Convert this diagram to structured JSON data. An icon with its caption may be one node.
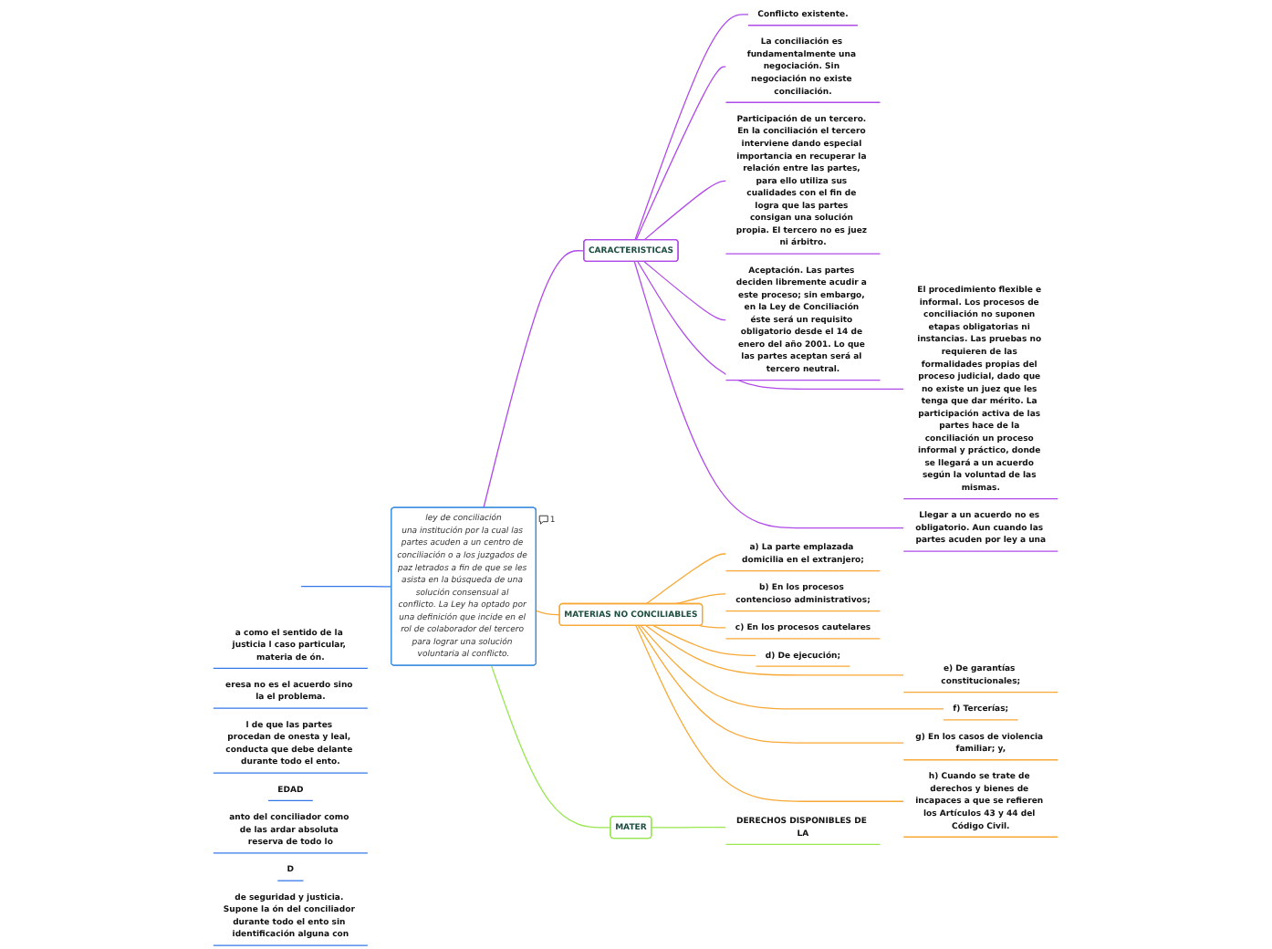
{
  "diagram": {
    "nodes": [
      {
        "text": [
          "ley de conciliación",
          "una institución por la cual las partes acuden a un centro de conciliación o a los juzgados de paz letrados a fin de que se les asista en la búsqueda de una solución consensual al conflicto. La Ley ha optado por una definición que incide en el rol de colaborador del tercero para lograr una solución voluntaria al conflicto."
        ],
        "beside": [
          "1"
        ]
      },
      {
        "text": [
          "a como el sentido de la justicia l caso particular, materia de ón."
        ]
      },
      {
        "text": [
          "eresa no es el acuerdo sino la el problema."
        ]
      },
      {
        "text": [
          "l de que las partes procedan de onesta y leal, conducta que debe delante durante todo el ento."
        ]
      },
      {
        "text": [
          "EDAD"
        ]
      },
      {
        "text": [
          "anto del conciliador como de las ardar absoluta reserva de todo lo"
        ]
      },
      {
        "text": [
          "D"
        ]
      },
      {
        "text": [
          "de seguridad y justicia. Supone la ón del conciliador durante todo el ento sin identificación alguna con"
        ]
      },
      {
        "text": [
          "CARACTERISTICAS"
        ]
      },
      {
        "text": [
          "Conflicto existente."
        ]
      },
      {
        "text": [
          "La conciliación es fundamentalmente una negociación. Sin negociación no existe conciliación."
        ]
      },
      {
        "text": [
          "Participación de un tercero. En la conciliación el tercero interviene dando especial importancia en recuperar la relación entre las partes, para ello utiliza sus cualidades con el fin de logra que las partes consigan una solución propia. El tercero no es juez ni árbitro."
        ]
      },
      {
        "text": [
          "Aceptación. Las partes deciden libremente acudir a este proceso; sin embargo, en la Ley de Conciliación éste será un requisito obligatorio desde el 14 de enero del año 2001. Lo que las partes aceptan será al tercero neutral."
        ]
      },
      {
        "text": [
          "El procedimiento flexible e informal. Los procesos de conciliación no suponen etapas obligatorias ni instancias. Las pruebas no requieren de las formalidades propias del proceso judicial, dado que no existe un juez que les tenga que dar mérito. La participación activa de las partes hace de la conciliación un proceso informal y práctico, donde se llegará a un acuerdo según la voluntad de las mismas."
        ]
      },
      {
        "text": [
          "Llegar a un acuerdo no es obligatorio. Aun cuando las partes acuden por ley a una"
        ]
      },
      {
        "text": [
          "MATERIAS NO CONCILIABLES"
        ]
      },
      {
        "text": [
          "a) La parte emplazada domicilia en el extranjero;"
        ]
      },
      {
        "text": [
          "b) En los procesos contencioso administrativos;"
        ]
      },
      {
        "text": [
          "c) En los procesos cautelares"
        ]
      },
      {
        "text": [
          "d) De ejecución;"
        ]
      },
      {
        "text": [
          "e) De garantías constitucionales;"
        ]
      },
      {
        "text": [
          "f) Tercerías;"
        ]
      },
      {
        "text": [
          "g) En los casos de violencia familiar; y,"
        ]
      },
      {
        "text": [
          "h) Cuando se trate de derechos y bienes de incapaces a que se refieren los Artículos 43 y 44 del Código Civil."
        ]
      },
      {
        "text": [
          "MATER"
        ]
      },
      {
        "text": [
          "DERECHOS DISPONIBLES DE LA"
        ]
      }
    ],
    "edges": [
      {
        "from": 0,
        "to": null,
        "arrow": "none",
        "color": "#3478e8"
      },
      {
        "from": 0,
        "to": 8,
        "arrow": "none",
        "color": "#b04ae8"
      },
      {
        "from": 8,
        "to": 9,
        "arrow": "none",
        "color": "#b04ae8"
      },
      {
        "from": 8,
        "to": 10,
        "arrow": "none",
        "color": "#b04ae8"
      },
      {
        "from": 8,
        "to": 11,
        "arrow": "none",
        "color": "#b04ae8"
      },
      {
        "from": 8,
        "to": 12,
        "arrow": "none",
        "color": "#b04ae8"
      },
      {
        "from": 8,
        "to": 13,
        "arrow": "none",
        "color": "#b04ae8"
      },
      {
        "from": 8,
        "to": 14,
        "arrow": "none",
        "color": "#b04ae8"
      },
      {
        "from": 0,
        "to": 15,
        "arrow": "none"
      },
      {
        "from": 15,
        "to": 16,
        "arrow": "none"
      },
      {
        "from": 15,
        "to": 17,
        "arrow": "none"
      },
      {
        "from": 15,
        "to": 18,
        "arrow": "none"
      },
      {
        "from": 15,
        "to": 19,
        "arrow": "none"
      },
      {
        "from": 15,
        "to": 20,
        "arrow": "none"
      },
      {
        "from": 15,
        "to": 21,
        "arrow": "none"
      },
      {
        "from": 15,
        "to": 22,
        "arrow": "none"
      },
      {
        "from": 15,
        "to": 23,
        "arrow": "none"
      },
      {
        "from": 0,
        "to": 24,
        "arrow": "none",
        "color": "#98e650"
      },
      {
        "from": 24,
        "to": 25,
        "arrow": "none",
        "color": "#98e650"
      }
    ]
  }
}
